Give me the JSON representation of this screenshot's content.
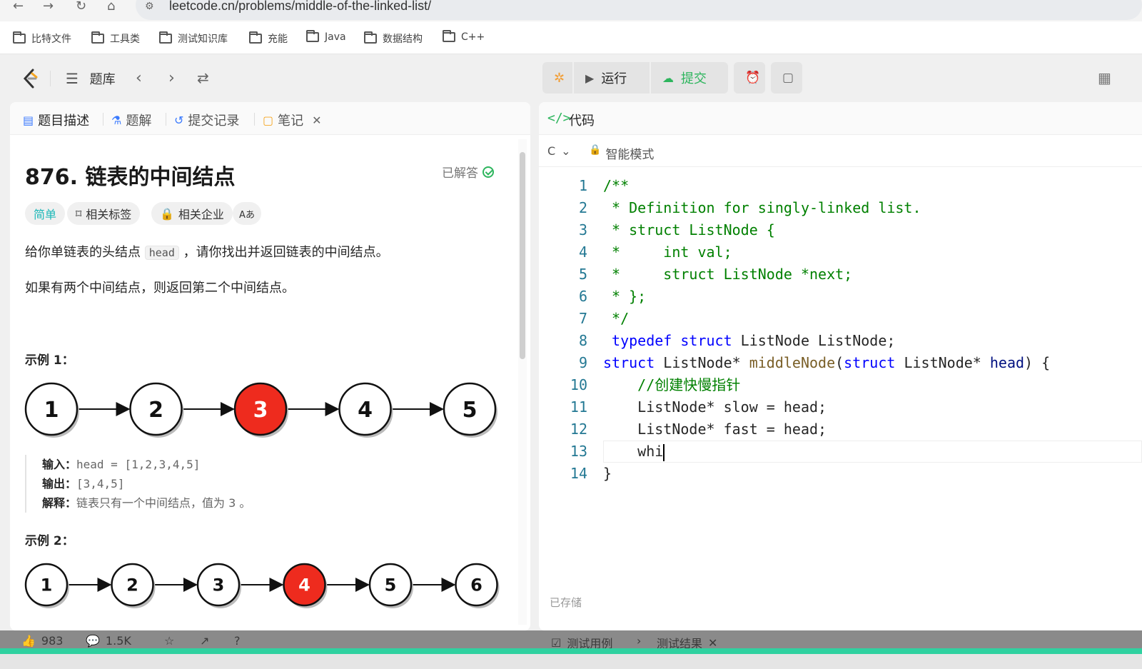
{
  "browser": {
    "url": "leetcode.cn/problems/middle-of-the-linked-list/",
    "bookmarks": [
      "比特文件",
      "工具类",
      "测试知识库",
      "充能",
      "Java",
      "数据结构",
      "C++"
    ]
  },
  "topbar": {
    "problem_list": "题库",
    "run_label": "运行",
    "submit_label": "提交"
  },
  "left_tabs": [
    {
      "label": "题目描述"
    },
    {
      "label": "题解"
    },
    {
      "label": "提交记录"
    },
    {
      "label": "笔记"
    }
  ],
  "problem": {
    "title": "876. 链表的中间结点",
    "status": "已解答",
    "tags": [
      "简单",
      "相关标签",
      "相关企业",
      "Aあ"
    ],
    "desc_prefix": "给你单链表的头结点",
    "desc_code": "head",
    "desc_suffix": "，请你找出并返回链表的中间结点。",
    "desc2": "如果有两个中间结点，则返回第二个中间结点。",
    "example1_title": "示例 1：",
    "example1_nodes": [
      "1",
      "2",
      "3",
      "4",
      "5"
    ],
    "example1_highlight": 2,
    "example1_input_label": "输入：",
    "example1_input": "head = [1,2,3,4,5]",
    "example1_output_label": "输出：",
    "example1_output": "[3,4,5]",
    "example1_explain_label": "解释：",
    "example1_explain": "链表只有一个中间结点，值为 3 。",
    "example2_title": "示例 2：",
    "example2_nodes": [
      "1",
      "2",
      "3",
      "4",
      "5",
      "6"
    ],
    "example2_highlight": 3
  },
  "colors": {
    "node_highlight": "#ee2b1e",
    "accent_green": "#2db55d",
    "easy_tag": "#1cb8b8"
  },
  "editor": {
    "header": "代码",
    "language": "C",
    "mode": "智能模式",
    "saved": "已存储",
    "lines": [
      "/**",
      " * Definition for singly-linked list.",
      " * struct ListNode {",
      " *     int val;",
      " *     struct ListNode *next;",
      " * };",
      " */",
      " typedef struct ListNode ListNode;",
      "struct ListNode* middleNode(struct ListNode* head) {",
      "    //创建快慢指针",
      "    ListNode* slow = head;",
      "    ListNode* fast = head;",
      "    whi",
      "}"
    ]
  },
  "bottom": {
    "likes": "983",
    "comments": "1.5K",
    "test_case": "测试用例",
    "test_result": "测试结果"
  }
}
